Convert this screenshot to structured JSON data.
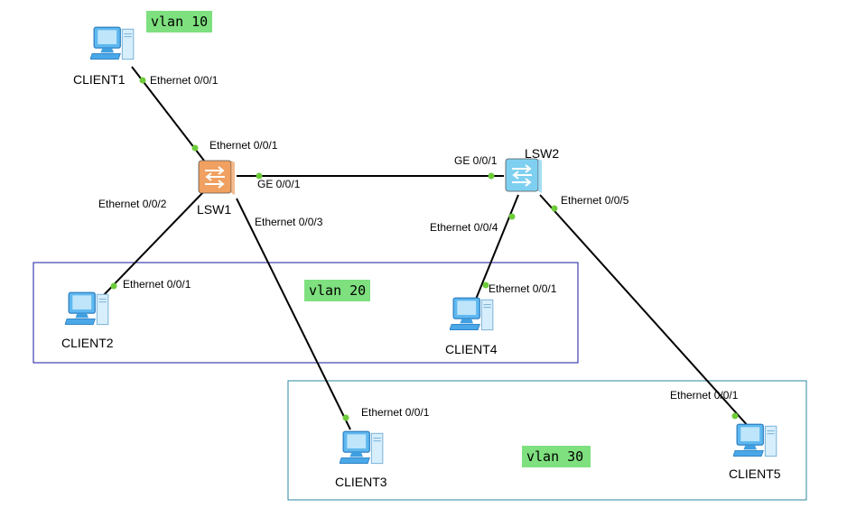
{
  "vlans": {
    "vlan10": "vlan 10",
    "vlan20": "vlan 20",
    "vlan30": "vlan 30"
  },
  "nodes": {
    "client1": "CLIENT1",
    "client2": "CLIENT2",
    "client3": "CLIENT3",
    "client4": "CLIENT4",
    "client5": "CLIENT5",
    "lsw1": "LSW1",
    "lsw2": "LSW2"
  },
  "ports": {
    "client1_eth": "Ethernet 0/0/1",
    "lsw1_eth1": "Ethernet 0/0/1",
    "lsw1_eth2": "Ethernet 0/0/2",
    "lsw1_eth3": "Ethernet 0/0/3",
    "lsw1_ge": "GE 0/0/1",
    "lsw2_ge": "GE 0/0/1",
    "lsw2_eth4": "Ethernet 0/0/4",
    "lsw2_eth5": "Ethernet 0/0/5",
    "client2_eth": "Ethernet 0/0/1",
    "client3_eth": "Ethernet 0/0/1",
    "client4_eth": "Ethernet 0/0/1",
    "client5_eth": "Ethernet 0/0/1"
  },
  "colors": {
    "vlan_label_bg": "#7ee07e",
    "vlan20_border": "#1a1aa6",
    "vlan30_border": "#2a8aa0",
    "port_dot": "#6dcc3a",
    "switch1": "#f0a060",
    "switch2": "#7fd0f0",
    "pc_screen": "#5fb8f0"
  },
  "icons": {
    "pc": "pc-icon",
    "switch": "switch-icon"
  }
}
